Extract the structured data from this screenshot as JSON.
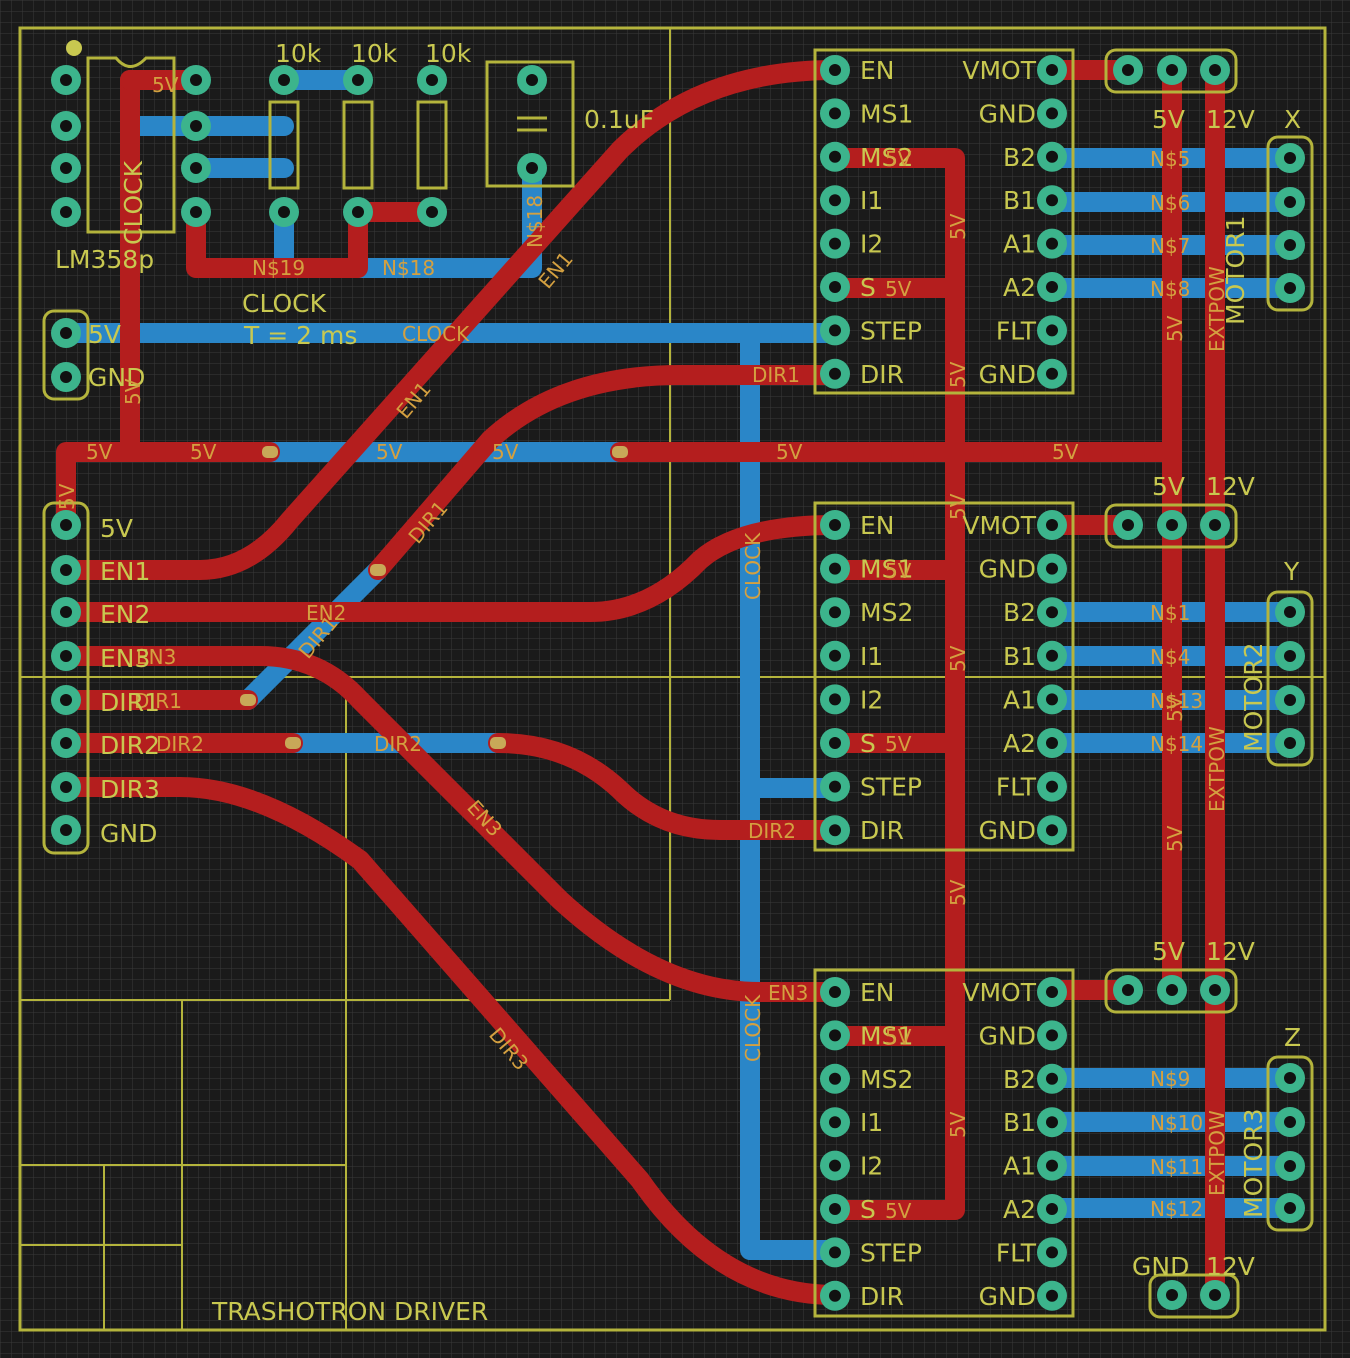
{
  "board_title": "TRASHOTRON DRIVER",
  "colors": {
    "background": "#1a1a1a",
    "grid": "#3a3a3a",
    "silkscreen": "#b4b43c",
    "top_copper": "#b41e1e",
    "bottom_copper": "#2a86c8",
    "pad": "#3cb48c",
    "net_label": "#d4a040"
  },
  "components": {
    "ic": {
      "name": "LM358p",
      "pin1_label": "5V",
      "rotated_label": "CLOCK"
    },
    "resistors": [
      "10k",
      "10k",
      "10k"
    ],
    "capacitor": "0.1uF",
    "clock_block": {
      "line1": "CLOCK",
      "line2": "T = 2 ms"
    },
    "power_header": [
      "5V",
      "GND"
    ],
    "ctrl_header": [
      "5V",
      "EN1",
      "EN2",
      "EN3",
      "DIR1",
      "DIR2",
      "DIR3",
      "GND"
    ]
  },
  "drivers": [
    {
      "left": [
        "EN",
        "MS1",
        "MS2",
        "I1",
        "I2",
        "S",
        "STEP",
        "DIR"
      ],
      "right": [
        "VMOT",
        "GND",
        "B2",
        "B1",
        "A1",
        "A2",
        "FLT",
        "GND"
      ]
    },
    {
      "left": [
        "EN",
        "MS1",
        "MS2",
        "I1",
        "I2",
        "S",
        "STEP",
        "DIR"
      ],
      "right": [
        "VMOT",
        "GND",
        "B2",
        "B1",
        "A1",
        "A2",
        "FLT",
        "GND"
      ]
    },
    {
      "left": [
        "EN",
        "MS1",
        "MS2",
        "I1",
        "I2",
        "S",
        "STEP",
        "DIR"
      ],
      "right": [
        "VMOT",
        "GND",
        "B2",
        "B1",
        "A1",
        "A2",
        "FLT",
        "GND"
      ]
    }
  ],
  "motors": [
    {
      "axis": "X",
      "name": "MOTOR1"
    },
    {
      "axis": "Y",
      "name": "MOTOR2"
    },
    {
      "axis": "Z",
      "name": "MOTOR3"
    }
  ],
  "power_labels": {
    "v5": "5V",
    "v12": "12V",
    "gnd": "GND",
    "extpow": "EXTPOW"
  },
  "nets": {
    "clock": "CLOCK",
    "n19": "N$19",
    "n18": "N$18",
    "en1": "EN1",
    "en2": "EN2",
    "en3": "EN3",
    "dir1": "DIR1",
    "dir2": "DIR2",
    "dir3": "DIR3",
    "m1": [
      "N$5",
      "N$6",
      "N$7",
      "N$8"
    ],
    "m2": [
      "N$1",
      "N$4",
      "N$13",
      "N$14"
    ],
    "m3": [
      "N$9",
      "N$10",
      "N$11",
      "N$12"
    ]
  }
}
